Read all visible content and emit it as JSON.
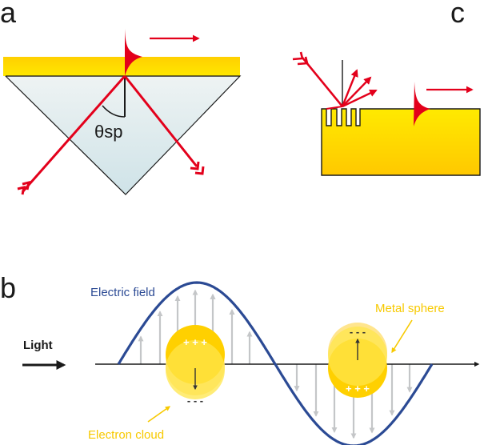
{
  "panels": {
    "a": {
      "label": "a",
      "angle_label": "θsp",
      "description": "Kretschmann prism coupling of surface plasmon"
    },
    "b": {
      "label": "b",
      "light_label": "Light",
      "field_label": "Electric field",
      "electron_cloud_label": "Electron cloud",
      "metal_sphere_label": "Metal sphere",
      "sphere1_top_charge": "+ + +",
      "sphere1_bottom_charge": "- - -",
      "sphere2_top_charge": "- - -",
      "sphere2_bottom_charge": "+ + +"
    },
    "c": {
      "label": "c",
      "description": "Grating coupling of surface plasmon"
    }
  },
  "colors": {
    "gold": "#ffd500",
    "gold_dark": "#f5b800",
    "red": "#e3001b",
    "prism": "#d4e6ea",
    "field_blue": "#2b4a94",
    "arrow_gray": "#c4c6c8",
    "label_yellow": "#f7c900",
    "cloud_yellow": "#ffe566"
  }
}
